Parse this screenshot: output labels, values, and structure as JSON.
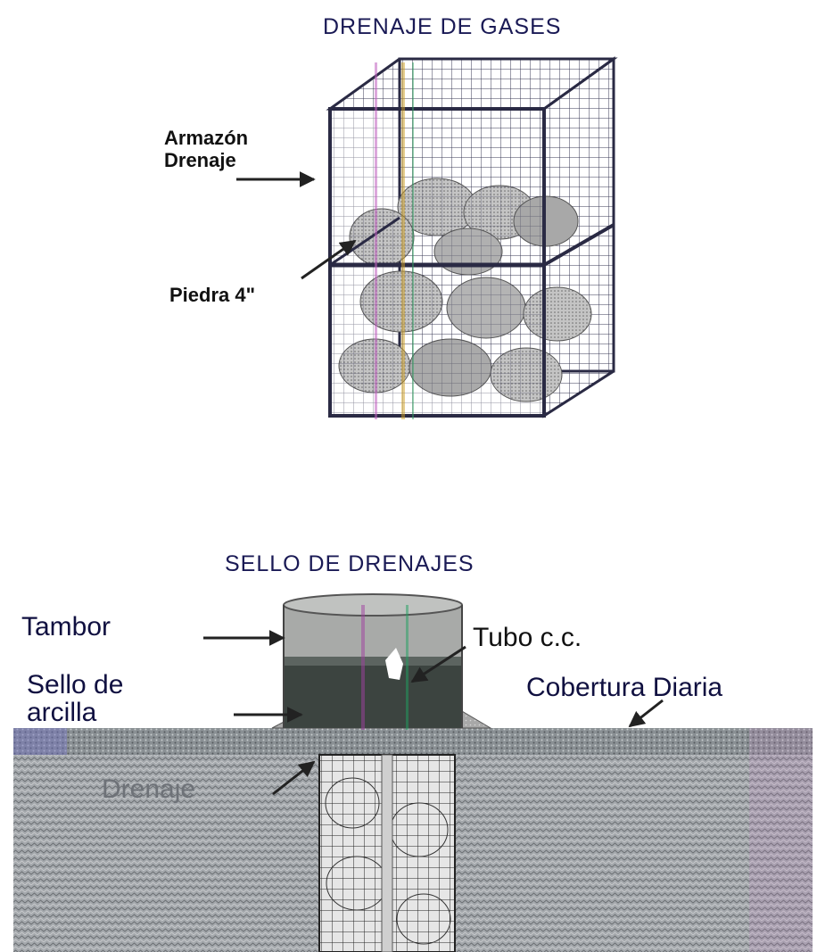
{
  "top_diagram": {
    "title": "DRENAJE DE GASES",
    "labels": {
      "frame_line1": "Armazón",
      "frame_line2": "Drenaje",
      "stone": "Piedra 4\""
    }
  },
  "bottom_diagram": {
    "title": "SELLO DE DRENAJES",
    "labels": {
      "drum": "Tambor",
      "pipe": "Tubo c.c.",
      "seal_line1": "Sello de",
      "seal_line2": "arcilla",
      "cover": "Cobertura Diaria",
      "drain": "Drenaje"
    }
  },
  "colors": {
    "frame": "#2a2a44",
    "stone": "#b8b8b8",
    "soil": "#9aa0a4",
    "cover_layer": "#7d8488",
    "drum_light": "#a8aaa8",
    "drum_dark": "#3c4440",
    "clay": "#a5a5a5",
    "title": "#1a1a55"
  }
}
